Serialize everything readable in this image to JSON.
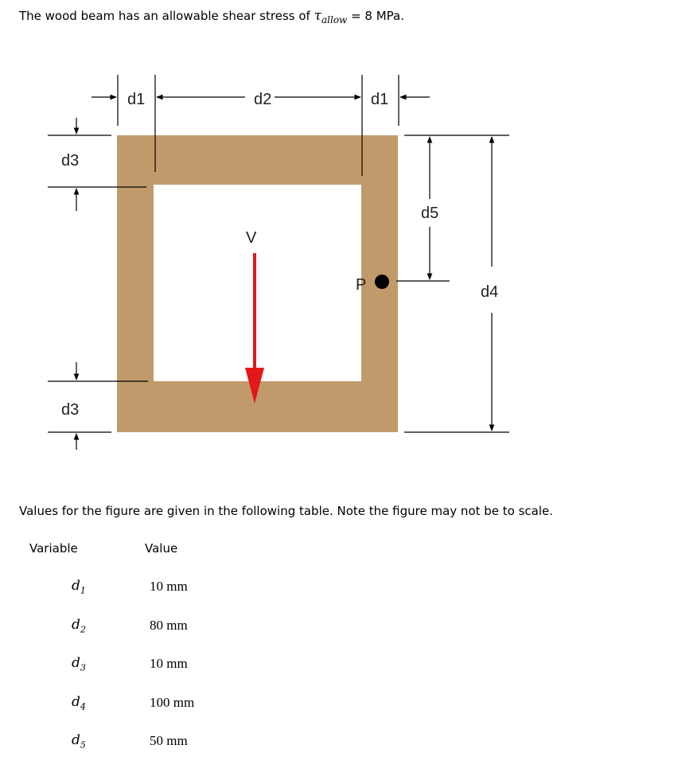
{
  "intro": {
    "prefix": "The wood beam has an allowable shear stress of",
    "tau": "τ",
    "tau_sub": "allow",
    "suffix": "= 8 MPa."
  },
  "figure": {
    "labels": {
      "d1_left": "d1",
      "d2": "d2",
      "d1_right": "d1",
      "d3_top": "d3",
      "d3_bottom": "d3",
      "d4": "d4",
      "d5": "d5",
      "v": "V",
      "p": "P"
    },
    "colors": {
      "wood": "#c19a6b",
      "arrow": "#e31818",
      "point": "#000000"
    }
  },
  "note": "Values for the figure are given in the following table. Note the figure may not be to scale.",
  "table": {
    "headers": {
      "variable": "Variable",
      "value": "Value"
    },
    "rows": [
      {
        "var": "d",
        "sub": "1",
        "value": "10 mm"
      },
      {
        "var": "d",
        "sub": "2",
        "value": "80 mm"
      },
      {
        "var": "d",
        "sub": "3",
        "value": "10 mm"
      },
      {
        "var": "d",
        "sub": "4",
        "value": "100 mm"
      },
      {
        "var": "d",
        "sub": "5",
        "value": "50 mm"
      }
    ]
  }
}
